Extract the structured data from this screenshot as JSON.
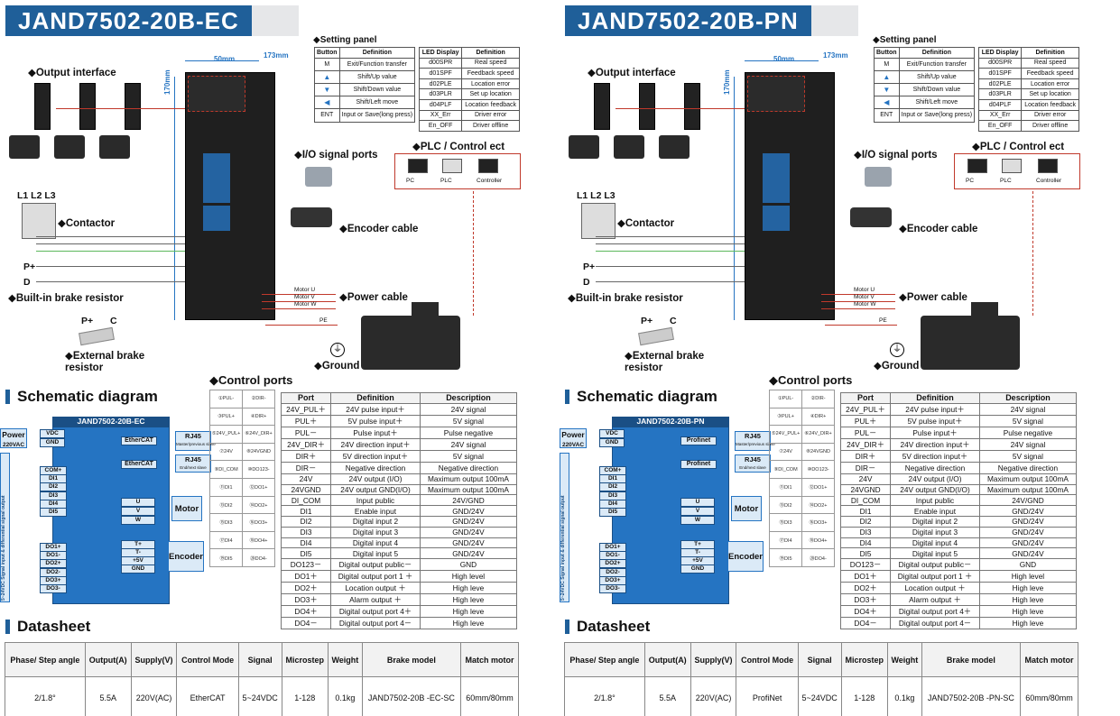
{
  "panels": [
    {
      "model": "JAND7502-20B-EC",
      "setting_title": "◆Setting panel",
      "setting_head": [
        "Button",
        "Definition"
      ],
      "buttons": [
        [
          "M",
          "Exit/Function transfer"
        ],
        [
          "▲",
          "Shift/Up value"
        ],
        [
          "▼",
          "Shift/Down value"
        ],
        [
          "◀",
          "Shift/Left move"
        ],
        [
          "ENT",
          "Input or Save(long press)"
        ]
      ],
      "led_head": [
        "LED Display",
        "Definition"
      ],
      "leds": [
        [
          "d00SPR",
          "Real speed"
        ],
        [
          "d01SPF",
          "Feedback speed"
        ],
        [
          "d02PLE",
          "Location error"
        ],
        [
          "d03PLR",
          "Set up location"
        ],
        [
          "d04PLF",
          "Location feedback"
        ],
        [
          "XX_Err",
          "Driver error"
        ],
        [
          "En_OFF",
          "Driver offline"
        ]
      ],
      "output_interface": "◆Output interface",
      "dim_w": "50mm",
      "dim_d": "173mm",
      "dim_h": "170mm",
      "plc_title": "◆PLC / Control ect",
      "plc_items": [
        "PC",
        "PLC",
        "Controller"
      ],
      "io_ports": "◆I/O signal ports",
      "encoder_cable": "◆Encoder cable",
      "power_cable": "◆Power cable",
      "contactor": "◆Contactor",
      "l123": "L1  L2  L3",
      "pplus": "P+",
      "d": "D",
      "builtin_brake": "◆Built-in brake resistor",
      "ext_pplus": "P+",
      "ext_c": "C",
      "external_brake": "◆External brake resistor",
      "motor_lines": [
        "Motor U",
        "Motor V",
        "Motor W"
      ],
      "pe": "PE",
      "ground": "◆Ground",
      "control_ports": "◆Control ports",
      "schematic": "Schematic diagram",
      "datasheet": "Datasheet",
      "sch_title": "JAND7502-20B-EC",
      "sch_power": "Power",
      "sch_power_v": "220VAC",
      "sch_vdc": "VDC",
      "sch_gnd": "GND",
      "sch_bus1": "EtherCAT",
      "sch_bus2": "EtherCAT",
      "rj45_1": "RJ45",
      "rj45_1s": "Master/previous slave",
      "rj45_2": "RJ45",
      "rj45_2s": "End/next slave",
      "sch_inputs": [
        "COM+",
        "DI1",
        "DI2",
        "DI3",
        "DI4",
        "DI5"
      ],
      "sch_uvw": [
        "U",
        "V",
        "W"
      ],
      "sch_motor": "Motor",
      "sch_outputs": [
        "DO1+",
        "DO1-",
        "DO2+",
        "DO2-",
        "DO3+",
        "DO3-"
      ],
      "sch_enc": [
        "T+",
        "T-",
        "+5V",
        "GND"
      ],
      "sch_encoder": "Encoder",
      "side_text": "5~24VDC Signal input & differential signal output",
      "pins": [
        [
          "①PUL-",
          "②DIR-"
        ],
        [
          "③PUL+",
          "④DIR+"
        ],
        [
          "⑤24V_PUL+",
          "⑥24V_DIR+"
        ],
        [
          "⑦24V",
          "⑧24VGND"
        ],
        [
          "⑨DI_COM",
          "⑩DO123-"
        ],
        [
          "⑪DI1",
          "⑫DO1+"
        ],
        [
          "⑬DI2",
          "⑭DO2+"
        ],
        [
          "⑮DI3",
          "⑯DO3+"
        ],
        [
          "⑰DI4",
          "⑱DO4+"
        ],
        [
          "⑲DI5",
          "⑳DO4-"
        ]
      ],
      "ctrl_head": [
        "Port",
        "Definition",
        "Description"
      ],
      "ctrl": [
        [
          "24V_PUL＋",
          "24V pulse input＋",
          "24V signal"
        ],
        [
          "PUL＋",
          "5V pulse input＋",
          "5V signal"
        ],
        [
          "PUL－",
          "Pulse input＋",
          "Pulse negative"
        ],
        [
          "24V_DIR＋",
          "24V direction input＋",
          "24V signal"
        ],
        [
          "DIR＋",
          "5V direction input＋",
          "5V signal"
        ],
        [
          "DIR－",
          "Negative direction",
          "Negative direction"
        ],
        [
          "24V",
          "24V output (I/O)",
          "Maximum output 100mA"
        ],
        [
          "24VGND",
          "24V output GND(I/O)",
          "Maximum output 100mA"
        ],
        [
          "DI_COM",
          "Input public",
          "24V/GND"
        ],
        [
          "DI1",
          "Enable input",
          "GND/24V"
        ],
        [
          "DI2",
          "Digital input 2",
          "GND/24V"
        ],
        [
          "DI3",
          "Digital input 3",
          "GND/24V"
        ],
        [
          "DI4",
          "Digital input 4",
          "GND/24V"
        ],
        [
          "DI5",
          "Digital input 5",
          "GND/24V"
        ],
        [
          "DO123－",
          "Digital output public－",
          "GND"
        ],
        [
          "DO1＋",
          "Digital output port 1 ＋",
          "High level"
        ],
        [
          "DO2＋",
          "Location output ＋",
          "High leve"
        ],
        [
          "DO3＋",
          "Alarm output ＋",
          "High leve"
        ],
        [
          "DO4＋",
          "Digital output port 4＋",
          "High leve"
        ],
        [
          "DO4－",
          "Digital output port 4－",
          "High leve"
        ]
      ],
      "ds_head": [
        "Phase/ Step angle",
        "Output(A)",
        "Supply(V)",
        "Control Mode",
        "Signal",
        "Microstep",
        "Weight",
        "Brake model",
        "Match motor"
      ],
      "ds_row": [
        "2/1.8°",
        "5.5A",
        "220V(AC)",
        "EtherCAT",
        "5~24VDC",
        "1-128",
        "0.1kg",
        "JAND7502-20B -EC-SC",
        "60mm/80mm"
      ]
    },
    {
      "model": "JAND7502-20B-PN",
      "setting_title": "◆Setting panel",
      "setting_head": [
        "Button",
        "Definition"
      ],
      "buttons": [
        [
          "M",
          "Exit/Function transfer"
        ],
        [
          "▲",
          "Shift/Up value"
        ],
        [
          "▼",
          "Shift/Down value"
        ],
        [
          "◀",
          "Shift/Left move"
        ],
        [
          "ENT",
          "Input or Save(long press)"
        ]
      ],
      "led_head": [
        "LED Display",
        "Definition"
      ],
      "leds": [
        [
          "d00SPR",
          "Real speed"
        ],
        [
          "d01SPF",
          "Feedback speed"
        ],
        [
          "d02PLE",
          "Location error"
        ],
        [
          "d03PLR",
          "Set up location"
        ],
        [
          "d04PLF",
          "Location feedback"
        ],
        [
          "XX_Err",
          "Driver error"
        ],
        [
          "En_OFF",
          "Driver offline"
        ]
      ],
      "output_interface": "◆Output interface",
      "dim_w": "50mm",
      "dim_d": "173mm",
      "dim_h": "170mm",
      "plc_title": "◆PLC / Control ect",
      "plc_items": [
        "PC",
        "PLC",
        "Controller"
      ],
      "io_ports": "◆I/O signal ports",
      "encoder_cable": "◆Encoder cable",
      "power_cable": "◆Power cable",
      "contactor": "◆Contactor",
      "l123": "L1  L2  L3",
      "pplus": "P+",
      "d": "D",
      "builtin_brake": "◆Built-in brake resistor",
      "ext_pplus": "P+",
      "ext_c": "C",
      "external_brake": "◆External brake resistor",
      "motor_lines": [
        "Motor U",
        "Motor V",
        "Motor W"
      ],
      "pe": "PE",
      "ground": "◆Ground",
      "control_ports": "◆Control ports",
      "schematic": "Schematic diagram",
      "datasheet": "Datasheet",
      "sch_title": "JAND7502-20B-PN",
      "sch_power": "Power",
      "sch_power_v": "220VAC",
      "sch_vdc": "VDC",
      "sch_gnd": "GND",
      "sch_bus1": "Profinet",
      "sch_bus2": "Profinet",
      "rj45_1": "RJ45",
      "rj45_1s": "Master/previous slave",
      "rj45_2": "RJ45",
      "rj45_2s": "End/next slave",
      "sch_inputs": [
        "COM+",
        "DI1",
        "DI2",
        "DI3",
        "DI4",
        "DI5"
      ],
      "sch_uvw": [
        "U",
        "V",
        "W"
      ],
      "sch_motor": "Motor",
      "sch_outputs": [
        "DO1+",
        "DO1-",
        "DO2+",
        "DO2-",
        "DO3+",
        "DO3-"
      ],
      "sch_enc": [
        "T+",
        "T-",
        "+5V",
        "GND"
      ],
      "sch_encoder": "Encoder",
      "side_text": "5~24VDC Signal input & differential signal output",
      "pins": [
        [
          "①PUL-",
          "②DIR-"
        ],
        [
          "③PUL+",
          "④DIR+"
        ],
        [
          "⑤24V_PUL+",
          "⑥24V_DIR+"
        ],
        [
          "⑦24V",
          "⑧24VGND"
        ],
        [
          "⑨DI_COM",
          "⑩DO123-"
        ],
        [
          "⑪DI1",
          "⑫DO1+"
        ],
        [
          "⑬DI2",
          "⑭DO2+"
        ],
        [
          "⑮DI3",
          "⑯DO3+"
        ],
        [
          "⑰DI4",
          "⑱DO4+"
        ],
        [
          "⑲DI5",
          "⑳DO4-"
        ]
      ],
      "ctrl_head": [
        "Port",
        "Definition",
        "Description"
      ],
      "ctrl": [
        [
          "24V_PUL＋",
          "24V pulse input＋",
          "24V signal"
        ],
        [
          "PUL＋",
          "5V pulse input＋",
          "5V signal"
        ],
        [
          "PUL－",
          "Pulse input＋",
          "Pulse negative"
        ],
        [
          "24V_DIR＋",
          "24V direction input＋",
          "24V signal"
        ],
        [
          "DIR＋",
          "5V direction input＋",
          "5V signal"
        ],
        [
          "DIR－",
          "Negative direction",
          "Negative direction"
        ],
        [
          "24V",
          "24V output (I/O)",
          "Maximum output 100mA"
        ],
        [
          "24VGND",
          "24V output GND(I/O)",
          "Maximum output 100mA"
        ],
        [
          "DI_COM",
          "Input public",
          "24V/GND"
        ],
        [
          "DI1",
          "Enable input",
          "GND/24V"
        ],
        [
          "DI2",
          "Digital input 2",
          "GND/24V"
        ],
        [
          "DI3",
          "Digital input 3",
          "GND/24V"
        ],
        [
          "DI4",
          "Digital input 4",
          "GND/24V"
        ],
        [
          "DI5",
          "Digital input 5",
          "GND/24V"
        ],
        [
          "DO123－",
          "Digital output public－",
          "GND"
        ],
        [
          "DO1＋",
          "Digital output port 1 ＋",
          "High level"
        ],
        [
          "DO2＋",
          "Location output ＋",
          "High leve"
        ],
        [
          "DO3＋",
          "Alarm output ＋",
          "High leve"
        ],
        [
          "DO4＋",
          "Digital output port 4＋",
          "High leve"
        ],
        [
          "DO4－",
          "Digital output port 4－",
          "High leve"
        ]
      ],
      "ds_head": [
        "Phase/ Step angle",
        "Output(A)",
        "Supply(V)",
        "Control Mode",
        "Signal",
        "Microstep",
        "Weight",
        "Brake model",
        "Match motor"
      ],
      "ds_row": [
        "2/1.8°",
        "5.5A",
        "220V(AC)",
        "ProfiNet",
        "5~24VDC",
        "1-128",
        "0.1kg",
        "JAND7502-20B -PN-SC",
        "60mm/80mm"
      ]
    }
  ],
  "colors": {
    "brand": "#1f5f99",
    "accent": "#c0392b",
    "schematic": "#2574c2"
  }
}
